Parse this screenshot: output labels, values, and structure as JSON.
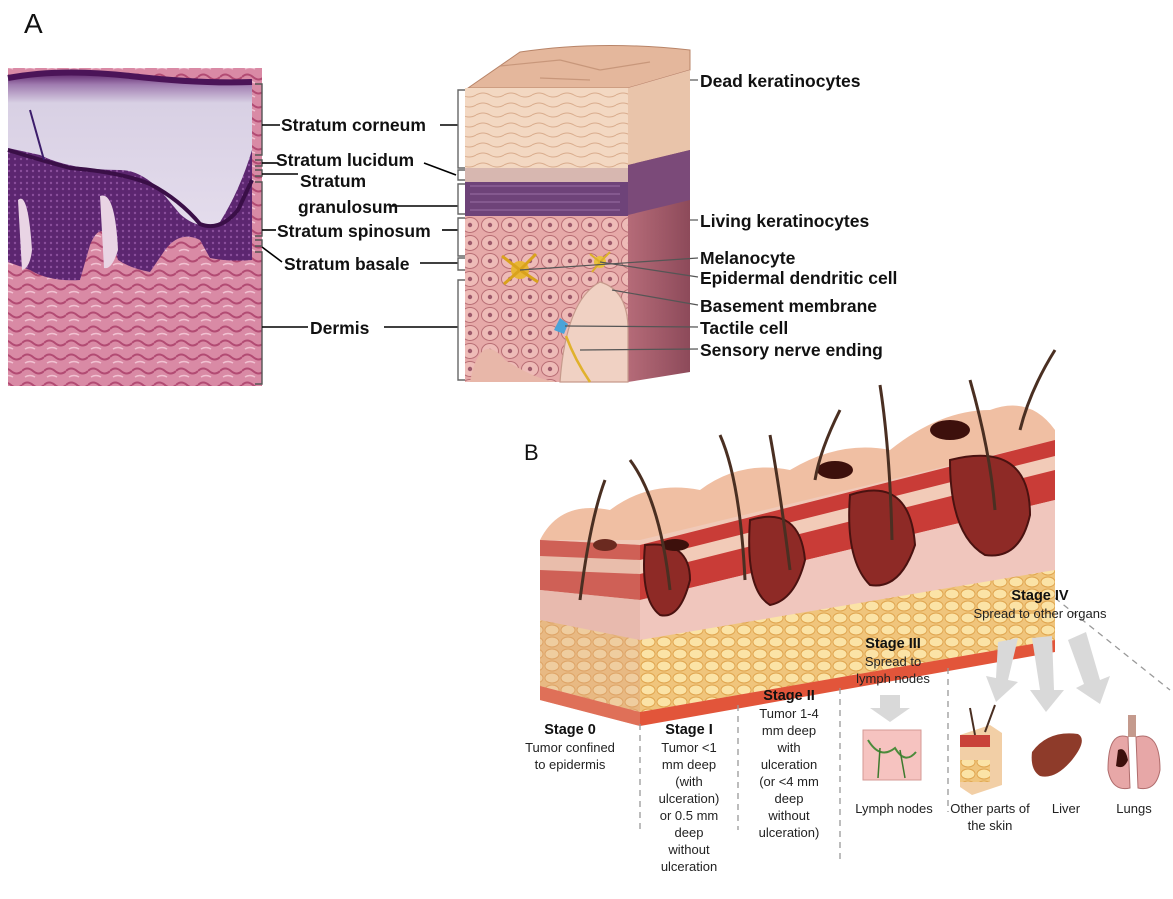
{
  "panels": {
    "a": "A",
    "b": "B"
  },
  "histology_labels": {
    "corneum": "Stratum corneum",
    "lucidum": "Stratum lucidum",
    "granulosum_1": "Stratum",
    "granulosum_2": "granulosum",
    "spinosum": "Stratum spinosum",
    "basale": "Stratum basale",
    "dermis": "Dermis"
  },
  "block_labels": {
    "dead": "Dead keratinocytes",
    "living": "Living keratinocytes",
    "melanocyte": "Melanocyte",
    "dendritic": "Epidermal dendritic cell",
    "basement": "Basement membrane",
    "tactile": "Tactile cell",
    "nerve": "Sensory nerve ending"
  },
  "stages": [
    {
      "title": "Stage 0",
      "lines": [
        "Tumor confined",
        "to epidermis"
      ]
    },
    {
      "title": "Stage I",
      "lines": [
        "Tumor <1",
        "mm deep",
        "(with",
        "ulceration)",
        "or 0.5 mm",
        "deep",
        "without",
        "ulceration"
      ]
    },
    {
      "title": "Stage II",
      "lines": [
        "Tumor 1-4",
        "mm deep",
        "with",
        "ulceration",
        "(or <4 mm",
        "deep",
        "without",
        "ulceration)"
      ]
    },
    {
      "title": "Stage III",
      "lines": [
        "Spread to",
        "lymph nodes"
      ]
    },
    {
      "title": "Stage IV",
      "lines": [
        "Spread to other organs"
      ]
    }
  ],
  "organs": {
    "lymph": "Lymph nodes",
    "skin": "Other parts of the skin",
    "liver": "Liver",
    "lungs": "Lungs"
  },
  "colors": {
    "histology_purple": "#6a2f7a",
    "histology_pink": "#c9738f",
    "skin_tan": "#e9c2a4",
    "tumor": "#7a1f1c",
    "fat": "#f2c77a"
  }
}
